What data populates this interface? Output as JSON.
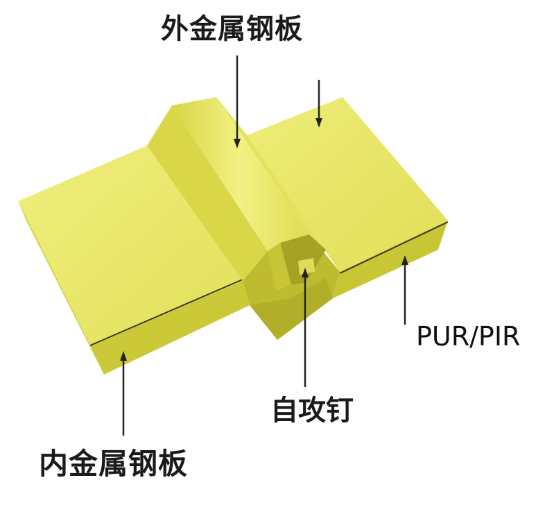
{
  "labels": {
    "outer_steel_sheet": "外金属钢板",
    "core": "PUR/PIR",
    "self_tapping_screw": "自攻钉",
    "inner_steel_sheet": "内金属钢板"
  },
  "colors": {
    "panel_top": "#e6e65e",
    "panel_light": "#f0ef7a",
    "panel_side": "#cfcd3c",
    "panel_shadow": "#b9b52c",
    "core_dark": "#a5a226",
    "inner_sheet_edge": "#3a3a20",
    "leader_line": "#222222",
    "text": "#1a1a1a",
    "background": "#ffffff"
  }
}
